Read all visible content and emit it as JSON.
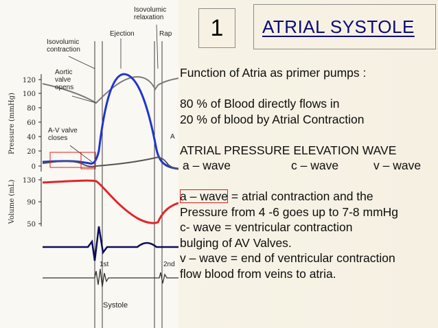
{
  "slide": {
    "number": "1",
    "title": "ATRIAL   SYSTOLE",
    "lines": {
      "function": "Function of Atria as primer pumps  :",
      "pct80": "80 %  of Blood directly flows in",
      "pct20": "20 %  of blood by Atrial Contraction",
      "elevation": "ATRIAL PRESSURE ELEVATION WAVE",
      "wave_a": "a – wave",
      "wave_c": "c – wave",
      "wave_v": "v – wave",
      "a_def_prefix": "a – wave",
      "a_def_suffix": " = atrial contraction  and the",
      "pressure": "Pressure from 4 -6 goes up to 7-8 mmHg",
      "c_def": "c- wave  = ventricular contraction",
      "bulging": " bulging of AV Valves.",
      "v_def": "v – wave = end of  ventricular contraction",
      "flow": "flow blood from veins to atria."
    }
  },
  "figure": {
    "labels": {
      "isovolumic_relaxation": "Isovolumic\nrelaxation",
      "ejection": "Ejection",
      "rapid": "Rap",
      "isovolumic_contraction": "Isovolumic\ncontraction",
      "aortic_valve": "Aortic\nvalve\nopens",
      "av_valve": "A-V valve\ncloses",
      "a_mark": "A",
      "pressure_axis": "Pressure (mmHg)",
      "volume_axis": "Volume (mL)",
      "first_sound": "1st",
      "second_sound": "2nd",
      "systole": "Systole"
    },
    "pressure_ticks": [
      "120",
      "100",
      "80",
      "60",
      "40",
      "20",
      "0"
    ],
    "volume_ticks": [
      "130",
      "90",
      "50"
    ]
  }
}
